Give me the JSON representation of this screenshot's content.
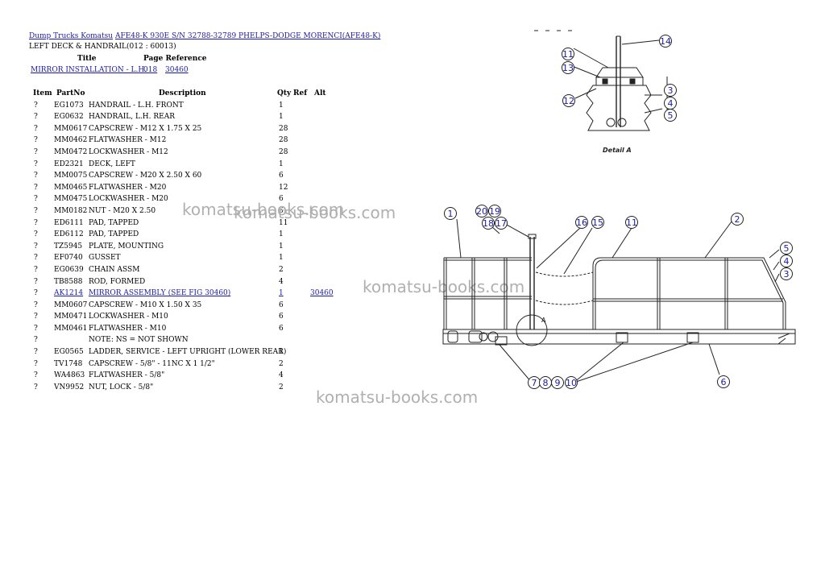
{
  "breadcrumb": {
    "link1": "Dump Trucks Komatsu",
    "link2": "AFE48-K 930E S/N 32788-32789 PHELPS-DODGE MORENCI(AFE48-K)"
  },
  "section_title": "LEFT DECK & HANDRAIL(012 : 60013)",
  "ref_header": {
    "title": "Title",
    "page_reference": "Page Reference"
  },
  "ref_row": {
    "title": "MIRROR INSTALLATION - L.H.",
    "page": "018",
    "ref": "30460"
  },
  "table_headers": {
    "item": "Item",
    "part": "PartNo",
    "description": "Description",
    "qty": "Qty",
    "ref": "Ref",
    "alt": "Alt"
  },
  "parts": [
    {
      "item": "?",
      "part": "EG1073",
      "desc": "HANDRAIL - L.H. FRONT",
      "qty": "1",
      "ref": ""
    },
    {
      "item": "?",
      "part": "EG0632",
      "desc": "HANDRAIL, L.H. REAR",
      "qty": "1",
      "ref": ""
    },
    {
      "item": "?",
      "part": "MM0617",
      "desc": "CAPSCREW - M12 X 1.75 X 25",
      "qty": "28",
      "ref": ""
    },
    {
      "item": "?",
      "part": "MM0462",
      "desc": "FLATWASHER - M12",
      "qty": "28",
      "ref": ""
    },
    {
      "item": "?",
      "part": "MM0472",
      "desc": "LOCKWASHER - M12",
      "qty": "28",
      "ref": ""
    },
    {
      "item": "?",
      "part": "ED2321",
      "desc": "DECK, LEFT",
      "qty": "1",
      "ref": ""
    },
    {
      "item": "?",
      "part": "MM0075",
      "desc": "CAPSCREW - M20 X 2.50 X 60",
      "qty": "6",
      "ref": ""
    },
    {
      "item": "?",
      "part": "MM0465",
      "desc": "FLATWASHER - M20",
      "qty": "12",
      "ref": ""
    },
    {
      "item": "?",
      "part": "MM0475",
      "desc": "LOCKWASHER - M20",
      "qty": "6",
      "ref": ""
    },
    {
      "item": "?",
      "part": "MM0182",
      "desc": "NUT - M20 X 2.50",
      "qty": "6",
      "ref": ""
    },
    {
      "item": "?",
      "part": "ED6111",
      "desc": "PAD, TAPPED",
      "qty": "11",
      "ref": ""
    },
    {
      "item": "?",
      "part": "ED6112",
      "desc": "PAD, TAPPED",
      "qty": "1",
      "ref": ""
    },
    {
      "item": "?",
      "part": "TZ5945",
      "desc": "PLATE, MOUNTING",
      "qty": "1",
      "ref": ""
    },
    {
      "item": "?",
      "part": "EF0740",
      "desc": "GUSSET",
      "qty": "1",
      "ref": ""
    },
    {
      "item": "?",
      "part": "EG0639",
      "desc": "CHAIN ASSM",
      "qty": "2",
      "ref": ""
    },
    {
      "item": "?",
      "part": "TB8588",
      "desc": "ROD, FORMED",
      "qty": "4",
      "ref": ""
    },
    {
      "item": "?",
      "part": "AK1214",
      "desc": "MIRROR ASSEMBLY (SEE FIG 30460)",
      "qty": "1",
      "ref": "30460",
      "link": true
    },
    {
      "item": "?",
      "part": "MM0607",
      "desc": "CAPSCREW - M10 X 1.50 X 35",
      "qty": "6",
      "ref": ""
    },
    {
      "item": "?",
      "part": "MM0471",
      "desc": "LOCKWASHER - M10",
      "qty": "6",
      "ref": ""
    },
    {
      "item": "?",
      "part": "MM0461",
      "desc": "FLATWASHER - M10",
      "qty": "6",
      "ref": ""
    },
    {
      "item": "?",
      "part": "",
      "desc": "NOTE: NS = NOT SHOWN",
      "qty": "",
      "ref": ""
    },
    {
      "item": "?",
      "part": "EG0565",
      "desc": "LADDER, SERVICE - LEFT UPRIGHT (LOWER REAR)",
      "qty": "1",
      "ref": ""
    },
    {
      "item": "?",
      "part": "TV1748",
      "desc": "CAPSCREW - 5/8\" - 11NC X 1 1/2\"",
      "qty": "2",
      "ref": ""
    },
    {
      "item": "?",
      "part": "WA4863",
      "desc": "FLATWASHER - 5/8\"",
      "qty": "4",
      "ref": ""
    },
    {
      "item": "?",
      "part": "VN9952",
      "desc": "NUT, LOCK - 5/8\"",
      "qty": "2",
      "ref": ""
    }
  ],
  "watermarks": [
    "komatsu-books.com",
    "komatsu-books.com",
    "komatsu-books.com",
    "komatsu-books.com"
  ],
  "diagram": {
    "detail_label": "Detail A",
    "detail_marker": "A",
    "callouts_detail": [
      "14",
      "11",
      "13",
      "12",
      "3",
      "4",
      "5"
    ],
    "callouts_main": [
      "1",
      "20",
      "19",
      "18",
      "17",
      "16",
      "15",
      "11",
      "2",
      "5",
      "4",
      "3",
      "7",
      "8",
      "9",
      "10",
      "6"
    ]
  },
  "colors": {
    "link": "#1a1aa6",
    "callout": "#1a1aa6",
    "watermark": "#b0b0b0"
  }
}
